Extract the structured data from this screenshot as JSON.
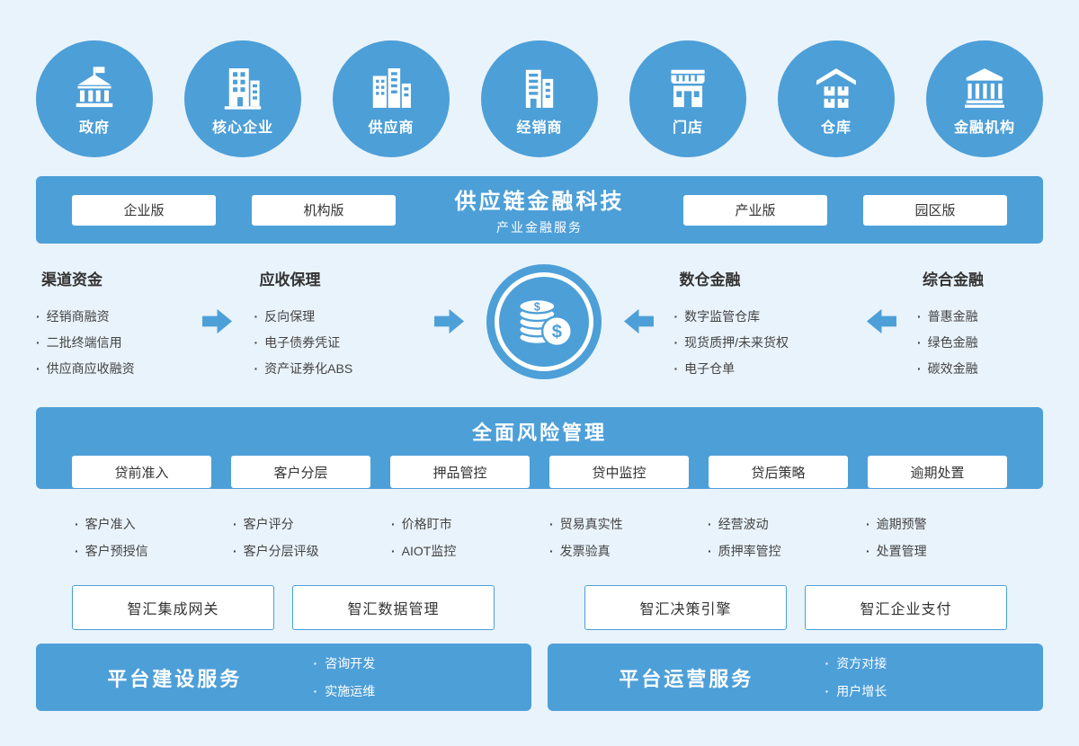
{
  "colors": {
    "primary": "#4d9fd8",
    "background": "#e9f3fb",
    "text": "#333333"
  },
  "entities": [
    {
      "label": "政府",
      "icon": "government-icon"
    },
    {
      "label": "核心企业",
      "icon": "core-enterprise-icon"
    },
    {
      "label": "供应商",
      "icon": "supplier-icon"
    },
    {
      "label": "经销商",
      "icon": "distributor-icon"
    },
    {
      "label": "门店",
      "icon": "store-icon"
    },
    {
      "label": "仓库",
      "icon": "warehouse-icon"
    },
    {
      "label": "金融机构",
      "icon": "financial-institution-icon"
    }
  ],
  "main_banner": {
    "title": "供应链金融科技",
    "subtitle": "产业金融服务",
    "versions": [
      "企业版",
      "机构版",
      "产业版",
      "园区版"
    ]
  },
  "finance": {
    "center_icon": "coins-icon",
    "columns": [
      {
        "title": "渠道资金",
        "items": [
          "经销商融资",
          "二批终端信用",
          "供应商应收融资"
        ]
      },
      {
        "title": "应收保理",
        "items": [
          "反向保理",
          "电子债券凭证",
          "资产证券化ABS"
        ]
      },
      {
        "title": "数仓金融",
        "items": [
          "数字监管仓库",
          "现货质押/未来货权",
          "电子仓单"
        ]
      },
      {
        "title": "综合金融",
        "items": [
          "普惠金融",
          "绿色金融",
          "碳效金融"
        ]
      }
    ]
  },
  "risk": {
    "title": "全面风险管理",
    "buttons": [
      "贷前准入",
      "客户分层",
      "押品管控",
      "贷中监控",
      "贷后策略",
      "逾期处置"
    ],
    "details": [
      {
        "items": [
          "客户准入",
          "客户预授信"
        ]
      },
      {
        "items": [
          "客户评分",
          "客户分层评级"
        ]
      },
      {
        "items": [
          "价格盯市",
          "AIOT监控"
        ]
      },
      {
        "items": [
          "贸易真实性",
          "发票验真"
        ]
      },
      {
        "items": [
          "经营波动",
          "质押率管控"
        ]
      },
      {
        "items": [
          "逾期预警",
          "处置管理"
        ]
      }
    ]
  },
  "modules": [
    "智汇集成网关",
    "智汇数据管理",
    "智汇决策引擎",
    "智汇企业支付"
  ],
  "bottom_banners": [
    {
      "title": "平台建设服务",
      "items": [
        "咨询开发",
        "实施运维"
      ]
    },
    {
      "title": "平台运营服务",
      "items": [
        "资方对接",
        "用户增长"
      ]
    }
  ]
}
